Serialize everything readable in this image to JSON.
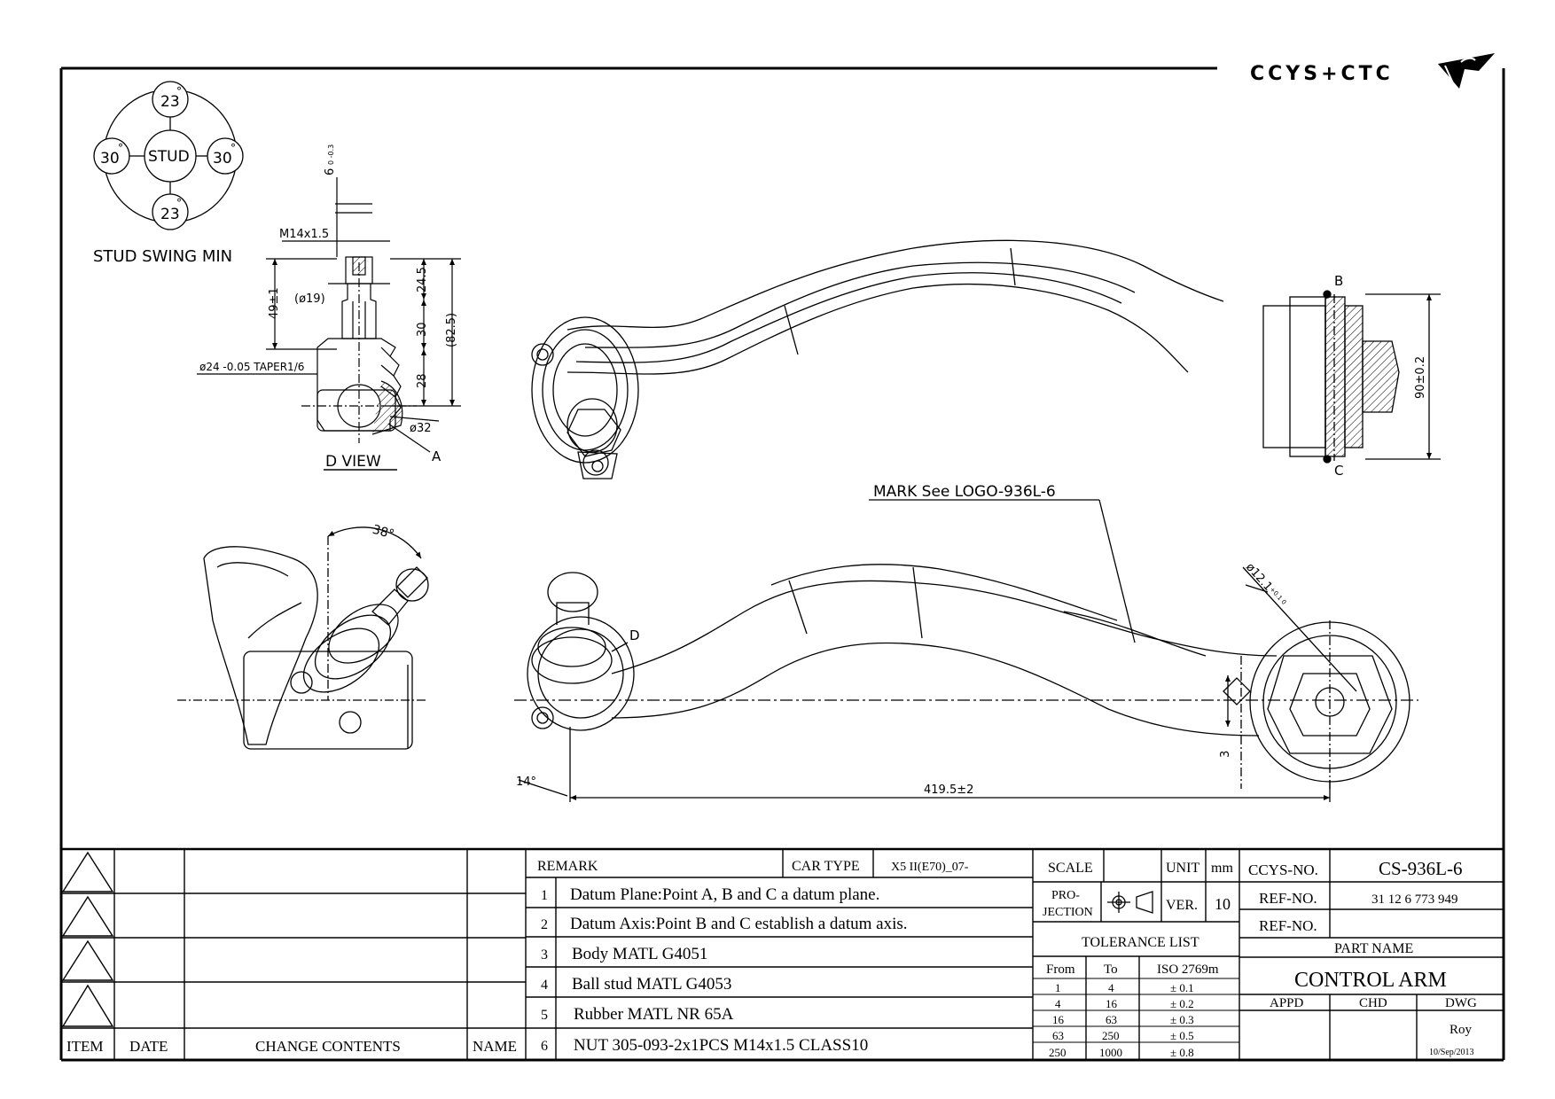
{
  "brand": {
    "logo_text": "CCYS+CTC"
  },
  "stud_swing": {
    "top": "23",
    "bottom": "23",
    "left": "30",
    "right": "30",
    "center": "STUD",
    "degree_mark": "°",
    "title": "STUD SWING MIN"
  },
  "d_view": {
    "title": "D  VIEW",
    "dims": {
      "thread": "M14x1.5",
      "top_dim": "6",
      "top_tol": "0 -0.3",
      "h1": "24.5",
      "h_total": "49±1",
      "dia19": "(ø19)",
      "h2": "30",
      "h3": "28",
      "h_overall": "(82.5)",
      "taper": "ø24 -0.05 TAPER1/6",
      "dia32": "ø32",
      "point_a": "A"
    }
  },
  "top_view": {
    "point_b": "B",
    "point_c": "C",
    "width_dim": "90±0.2"
  },
  "iso_view": {
    "angle": "38°"
  },
  "front_view": {
    "mark_note": "MARK See LOGO-936L-6",
    "length": "419.5±2",
    "angle": "14°",
    "offset": "3",
    "bore": "ø12.1",
    "bore_tol": "+0.1 0",
    "detail_d": "D"
  },
  "revision_block": {
    "headers": {
      "item": "ITEM",
      "date": "DATE",
      "change": "CHANGE CONTENTS",
      "name": "NAME"
    },
    "rows": 4
  },
  "remarks": {
    "label": "REMARK",
    "car_type_label": "CAR TYPE",
    "car_type": "X5 II(E70)_07-",
    "items": [
      {
        "no": "1",
        "text": "Datum Plane:Point A, B and C a datum plane."
      },
      {
        "no": "2",
        "text": "Datum Axis:Point B and C establish a datum axis."
      },
      {
        "no": "3",
        "text": "Body MATL G4051"
      },
      {
        "no": "4",
        "text": "Ball stud MATL G4053"
      },
      {
        "no": "5",
        "text": "Rubber MATL NR 65A"
      },
      {
        "no": "6",
        "text": "NUT 305-093-2x1PCS M14x1.5 CLASS10"
      }
    ]
  },
  "spec": {
    "scale_label": "SCALE",
    "scale_value": "",
    "unit_label": "UNIT",
    "unit_value": "mm",
    "projection_label_1": "PRO-",
    "projection_label_2": "JECTION",
    "ver_label": "VER.",
    "ver_value": "10",
    "tolerance_title": "TOLERANCE LIST",
    "tolerance_headers": [
      "From",
      "To",
      "ISO 2769m"
    ],
    "tolerance_rows": [
      [
        "1",
        "4",
        "± 0.1"
      ],
      [
        "4",
        "16",
        "± 0.2"
      ],
      [
        "16",
        "63",
        "± 0.3"
      ],
      [
        "63",
        "250",
        "± 0.5"
      ],
      [
        "250",
        "1000",
        "± 0.8"
      ]
    ]
  },
  "title_block": {
    "ccys_no_label": "CCYS-NO.",
    "ccys_no": "CS-936L-6",
    "ref_no_label": "REF-NO.",
    "ref_no": "31 12 6 773 949",
    "ref_no2_label": "REF-NO.",
    "ref_no2": "",
    "part_name_label": "PART NAME",
    "part_name": "CONTROL ARM",
    "appd": "APPD",
    "chd": "CHD",
    "dwg": "DWG",
    "drawn_by": "Roy",
    "date": "10/Sep/2013"
  }
}
